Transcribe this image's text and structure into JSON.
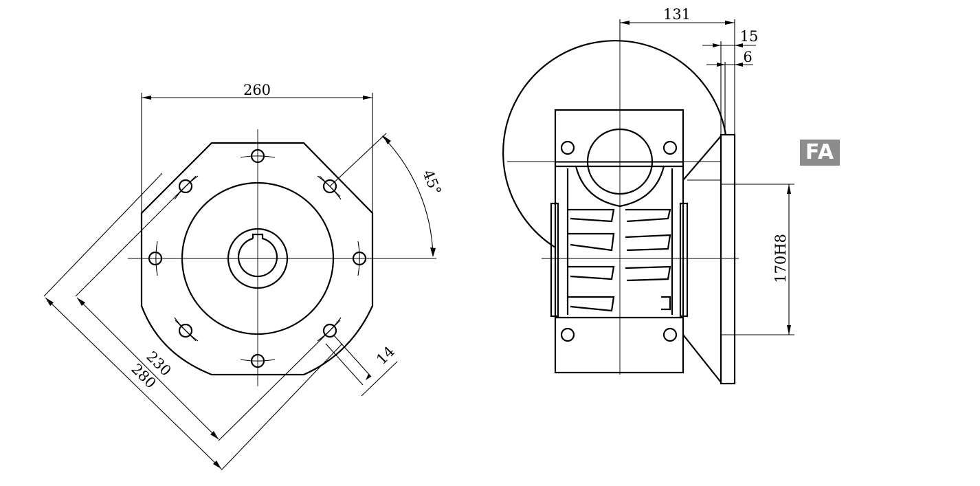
{
  "badge": "FA",
  "front_view": {
    "dim_width": "260",
    "dim_angle": "45°",
    "dim_bolt_circle": "230",
    "dim_flange": "280",
    "dim_hole": "14"
  },
  "side_view": {
    "dim_length": "131",
    "dim_flange_thickness": "15",
    "dim_spigot": "6",
    "dim_pilot": "170H8"
  }
}
